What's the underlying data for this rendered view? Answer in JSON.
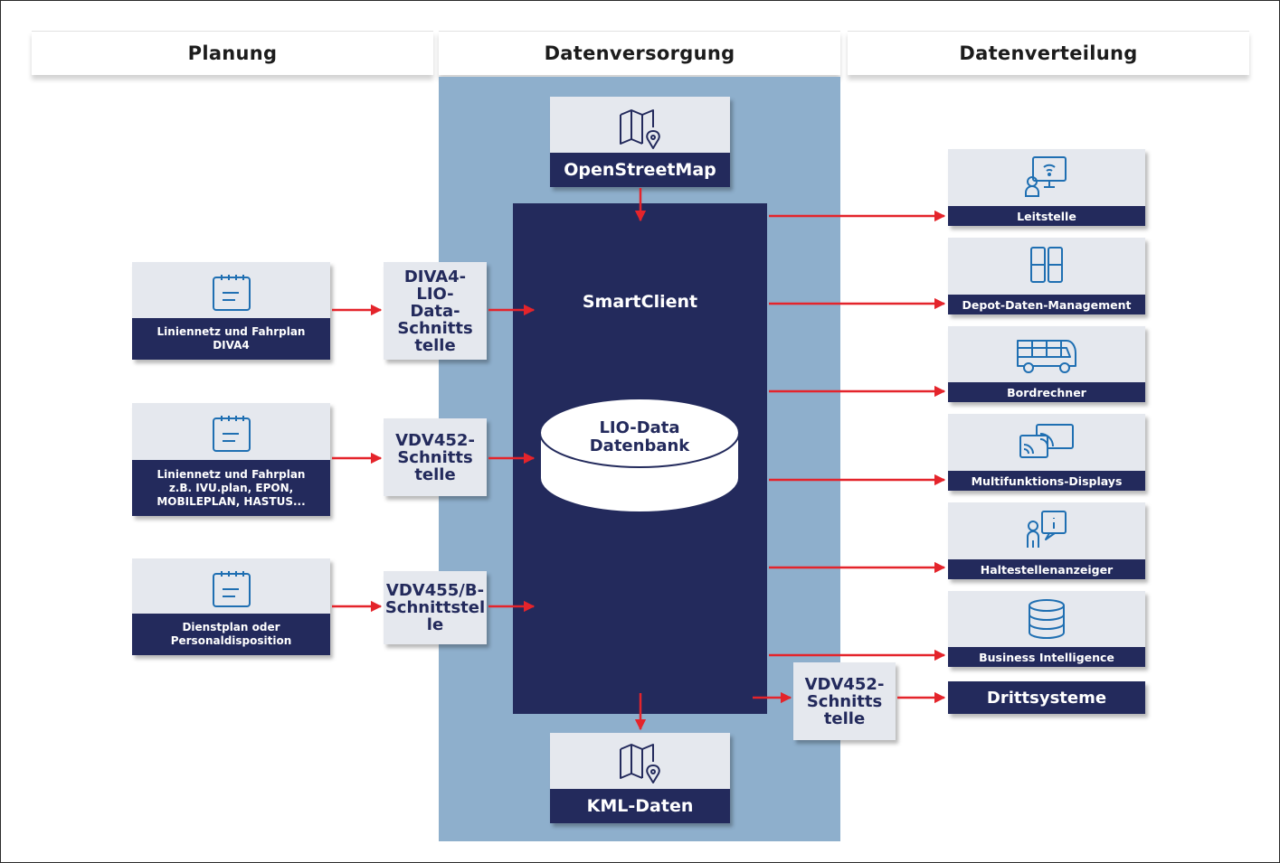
{
  "columns": [
    "Planung",
    "Datenversorgung",
    "Datenverteilung"
  ],
  "core": {
    "title": "SmartClient",
    "database": "LIO-Data Datenbank"
  },
  "map_sources": [
    {
      "label": "OpenStreetMap",
      "icon": "map-pin-icon"
    },
    {
      "label": "KML-Daten",
      "icon": "map-pin-icon"
    }
  ],
  "planning_sources": [
    {
      "label": "Liniennetz und Fahrplan DIVA4",
      "icon": "calendar-icon"
    },
    {
      "label": "Liniennetz und Fahrplan z.B. IVU.plan, EPON, MOBILEPLAN, HASTUS...",
      "icon": "calendar-icon"
    },
    {
      "label": "Dienstplan oder Personaldisposition",
      "icon": "calendar-icon"
    }
  ],
  "interfaces": [
    {
      "label": "DIVA4-LIO-Data-Schnittstelle"
    },
    {
      "label": "VDV452-Schnittstelle"
    },
    {
      "label": "VDV455/B-Schnittstelle"
    },
    {
      "label": "VDV452-Schnittstelle"
    }
  ],
  "targets": [
    {
      "label": "Leitstelle",
      "icon": "control-center-icon"
    },
    {
      "label": "Depot-Daten-Management",
      "icon": "depot-grid-icon"
    },
    {
      "label": "Bordrechner",
      "icon": "bus-icon"
    },
    {
      "label": "Multifunktions-Displays",
      "icon": "cast-display-icon"
    },
    {
      "label": "Haltestellenanzeiger",
      "icon": "info-person-icon"
    },
    {
      "label": "Business Intelligence",
      "icon": "database-icon"
    }
  ],
  "third_party": {
    "label": "Drittsysteme"
  },
  "colors": {
    "navy": "#232a5c",
    "band": "#8eafcc",
    "card": "#e5e8ee",
    "arrow": "#e4242b"
  }
}
